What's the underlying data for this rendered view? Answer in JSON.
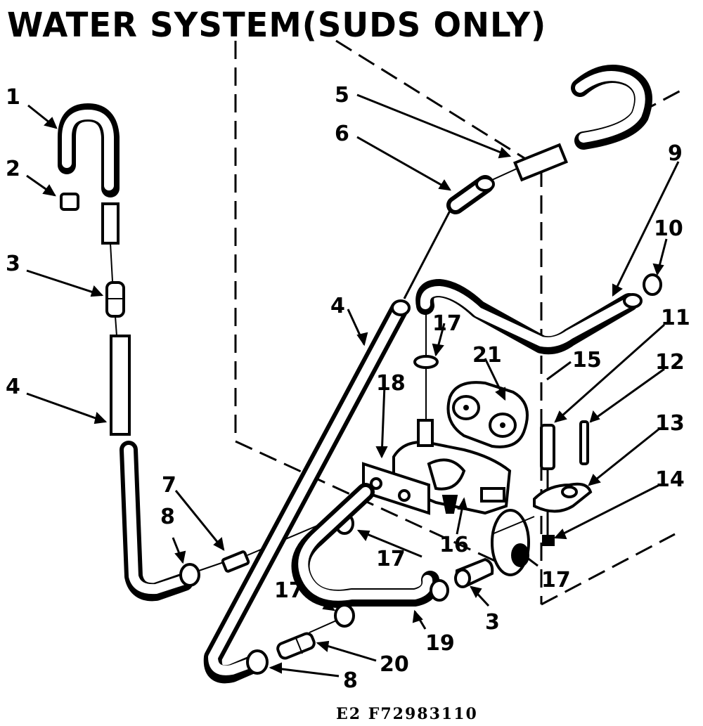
{
  "title": "WATER SYSTEM(SUDS ONLY)",
  "footer": "E2 F72983110",
  "callouts": [
    {
      "id": "c1",
      "text": "1"
    },
    {
      "id": "c2",
      "text": "2"
    },
    {
      "id": "c3a",
      "text": "3"
    },
    {
      "id": "c4a",
      "text": "4"
    },
    {
      "id": "c5",
      "text": "5"
    },
    {
      "id": "c6",
      "text": "6"
    },
    {
      "id": "c4b",
      "text": "4"
    },
    {
      "id": "c7",
      "text": "7"
    },
    {
      "id": "c8a",
      "text": "8"
    },
    {
      "id": "c9",
      "text": "9"
    },
    {
      "id": "c10",
      "text": "10"
    },
    {
      "id": "c11",
      "text": "11"
    },
    {
      "id": "c12",
      "text": "12"
    },
    {
      "id": "c13",
      "text": "13"
    },
    {
      "id": "c14",
      "text": "14"
    },
    {
      "id": "c15",
      "text": "15"
    },
    {
      "id": "c16",
      "text": "16"
    },
    {
      "id": "c17a",
      "text": "17"
    },
    {
      "id": "c17b",
      "text": "17"
    },
    {
      "id": "c17c",
      "text": "17"
    },
    {
      "id": "c17d",
      "text": "17"
    },
    {
      "id": "c18",
      "text": "18"
    },
    {
      "id": "c19",
      "text": "19"
    },
    {
      "id": "c3b",
      "text": "3"
    },
    {
      "id": "c20",
      "text": "20"
    },
    {
      "id": "c8b",
      "text": "8"
    },
    {
      "id": "c21",
      "text": "21"
    }
  ]
}
